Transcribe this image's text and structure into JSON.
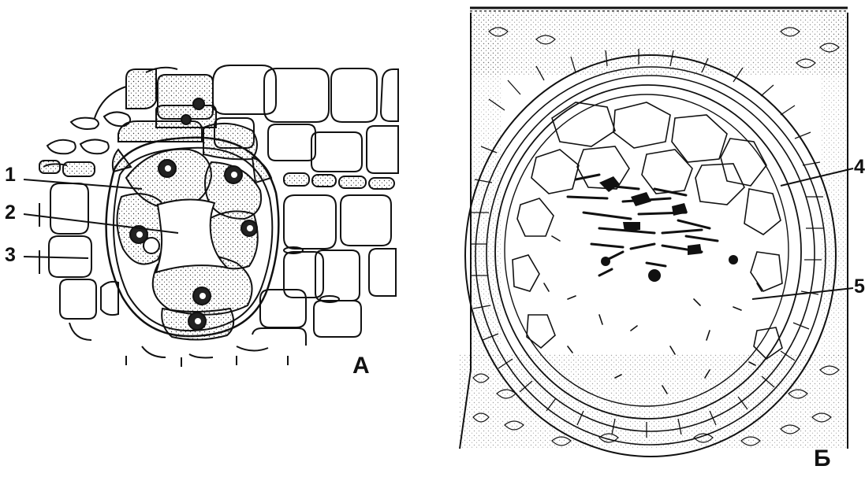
{
  "figure": {
    "panels": [
      {
        "id": "A",
        "label": "А"
      },
      {
        "id": "B",
        "label": "Б"
      }
    ],
    "callouts": [
      "1",
      "2",
      "3",
      "4",
      "5"
    ]
  }
}
